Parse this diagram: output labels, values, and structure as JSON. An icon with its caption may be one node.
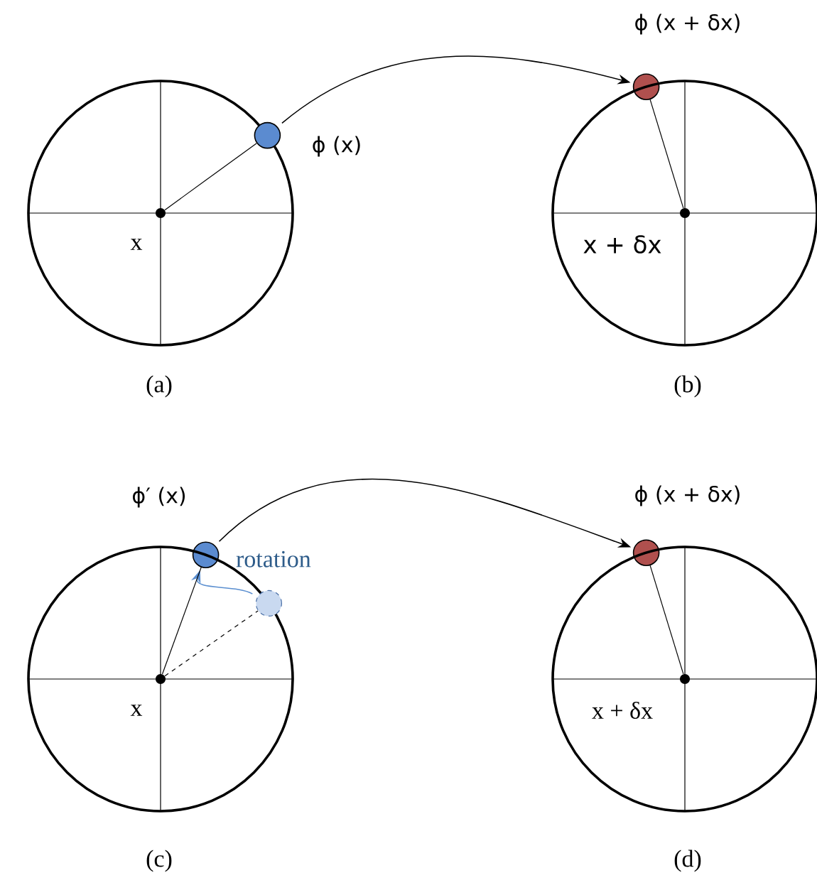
{
  "diagram": {
    "nodes": [
      {
        "text": [
          "x"
        ],
        "beside": [
          "(a)"
        ]
      },
      {
        "text": [],
        "shape": "circle",
        "beside": [
          "ϕ (x)"
        ]
      },
      {
        "text": [],
        "shape": "circle",
        "beside": [
          "ϕ (x + δx)"
        ]
      },
      {
        "text": [
          "x + δx"
        ],
        "beside": [
          "(b)"
        ]
      },
      {
        "text": [],
        "shape": "circle",
        "beside": [
          "ϕ′ (x)"
        ]
      },
      {
        "text": [
          "x"
        ],
        "beside": [
          "(c)"
        ]
      },
      {
        "text": [],
        "shape": "circle"
      },
      {
        "text": [],
        "shape": "circle",
        "beside": [
          "ϕ (x + δx)"
        ]
      },
      {
        "text": [
          "x + δx"
        ],
        "beside": [
          "(d)"
        ]
      },
      {
        "text": [],
        "shape": "circle",
        "in": 0
      },
      {
        "text": [],
        "shape": "circle",
        "in": 3
      },
      {
        "text": [],
        "shape": "circle",
        "in": 5
      },
      {
        "text": [],
        "shape": "circle",
        "in": 8
      }
    ],
    "edges": [
      {
        "from": 1,
        "to": 2,
        "arrow": "to"
      },
      {
        "from": 4,
        "to": 7,
        "arrow": "to"
      },
      {
        "from": 6,
        "to": 4,
        "arrow": "to",
        "label": "rotation",
        "color": "#5b8fd0"
      },
      {
        "from": 9,
        "to": 1,
        "arrow": "none"
      },
      {
        "from": 10,
        "to": 2,
        "arrow": "none"
      },
      {
        "from": 11,
        "to": 4,
        "arrow": "none"
      },
      {
        "from": 11,
        "to": 6,
        "arrow": "none",
        "style": "dashed"
      },
      {
        "from": 12,
        "to": 7,
        "arrow": "none"
      }
    ]
  }
}
